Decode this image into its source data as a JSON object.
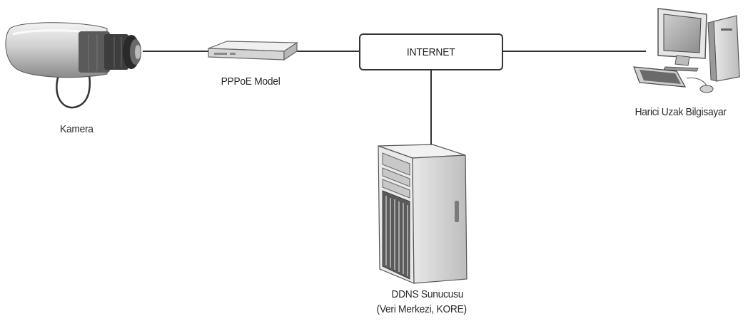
{
  "nodes": {
    "camera": {
      "label": "Kamera"
    },
    "modem": {
      "label": "PPPoE Model"
    },
    "internet": {
      "label": "INTERNET"
    },
    "remote_pc": {
      "label": "Harici Uzak Bilgisayar"
    },
    "ddns_server": {
      "label_line1": "DDNS Sunucusu",
      "label_line2": "(Veri Merkezi, KORE)"
    }
  },
  "colors": {
    "line": "#333333",
    "device_body": "#d9d9d9",
    "device_dark": "#555555"
  }
}
